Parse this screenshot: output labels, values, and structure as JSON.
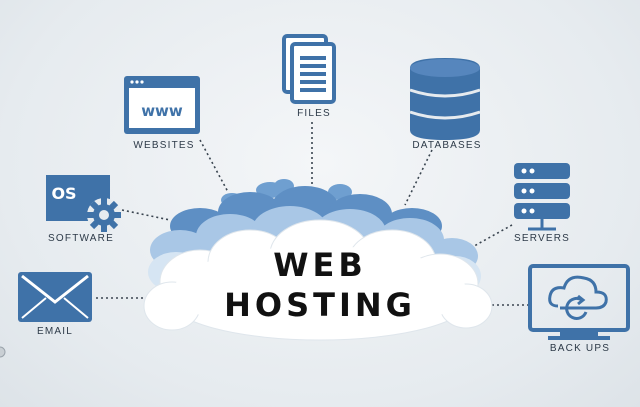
{
  "diagram": {
    "center": {
      "line1": "WEB",
      "line2": "HOSTING"
    },
    "nodes": {
      "websites": {
        "label": "WEBSITES",
        "icon": "browser-window-icon",
        "icon_text": "www"
      },
      "files": {
        "label": "FILES",
        "icon": "document-stack-icon"
      },
      "databases": {
        "label": "DATABASES",
        "icon": "database-icon"
      },
      "software": {
        "label": "SOFTWARE",
        "icon": "os-gear-icon",
        "icon_text": "OS"
      },
      "servers": {
        "label": "SERVERS",
        "icon": "server-rack-icon"
      },
      "email": {
        "label": "EMAIL",
        "icon": "envelope-icon"
      },
      "backups": {
        "label": "BACK UPS",
        "icon": "monitor-backup-icon"
      }
    }
  },
  "colors": {
    "icon": "#3f72a8",
    "icon_dark": "#2e5e93",
    "cloud_light": "#a9c7e6",
    "cloud_mid": "#6f9fd0",
    "text": "#2d3a48"
  }
}
